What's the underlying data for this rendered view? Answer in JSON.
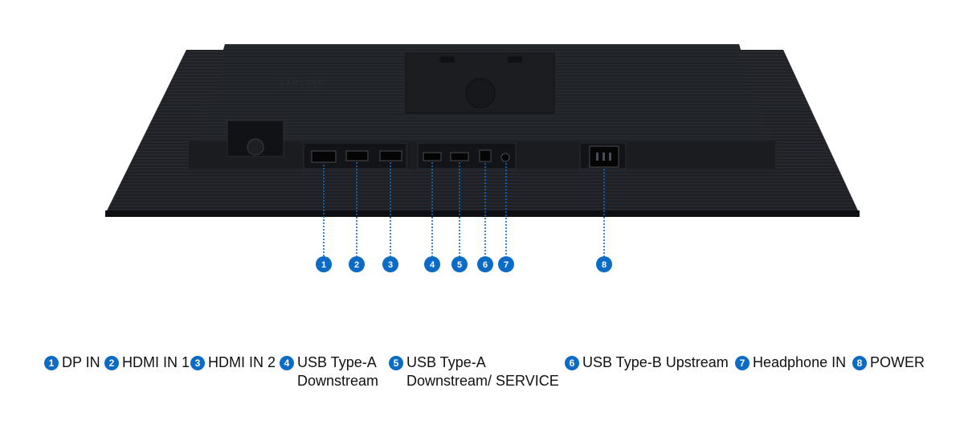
{
  "brand": "SAMSUNG",
  "colors": {
    "marker_blue": "#0b6bc5",
    "monitor_body": "#1c1e22",
    "text": "#111111"
  },
  "ports": [
    {
      "num": "1",
      "icon": "displayport-icon"
    },
    {
      "num": "2",
      "icon": "hdmi-icon"
    },
    {
      "num": "3",
      "icon": "hdmi-icon"
    },
    {
      "num": "4",
      "icon": "usb-a-icon"
    },
    {
      "num": "5",
      "icon": "usb-a-icon"
    },
    {
      "num": "6",
      "icon": "usb-b-icon"
    },
    {
      "num": "7",
      "icon": "headphone-jack-icon"
    },
    {
      "num": "8",
      "icon": "power-socket-icon"
    }
  ],
  "legend": [
    {
      "num": "1",
      "text": "DP IN"
    },
    {
      "num": "2",
      "text": "HDMI IN 1"
    },
    {
      "num": "3",
      "text": "HDMI IN 2"
    },
    {
      "num": "4",
      "text": "USB Type-A Downstream"
    },
    {
      "num": "5",
      "text": "USB Type-A Downstream/ SERVICE"
    },
    {
      "num": "6",
      "text": "USB Type-B Upstream"
    },
    {
      "num": "7",
      "text": "Headphone IN"
    },
    {
      "num": "8",
      "text": "POWER"
    }
  ]
}
